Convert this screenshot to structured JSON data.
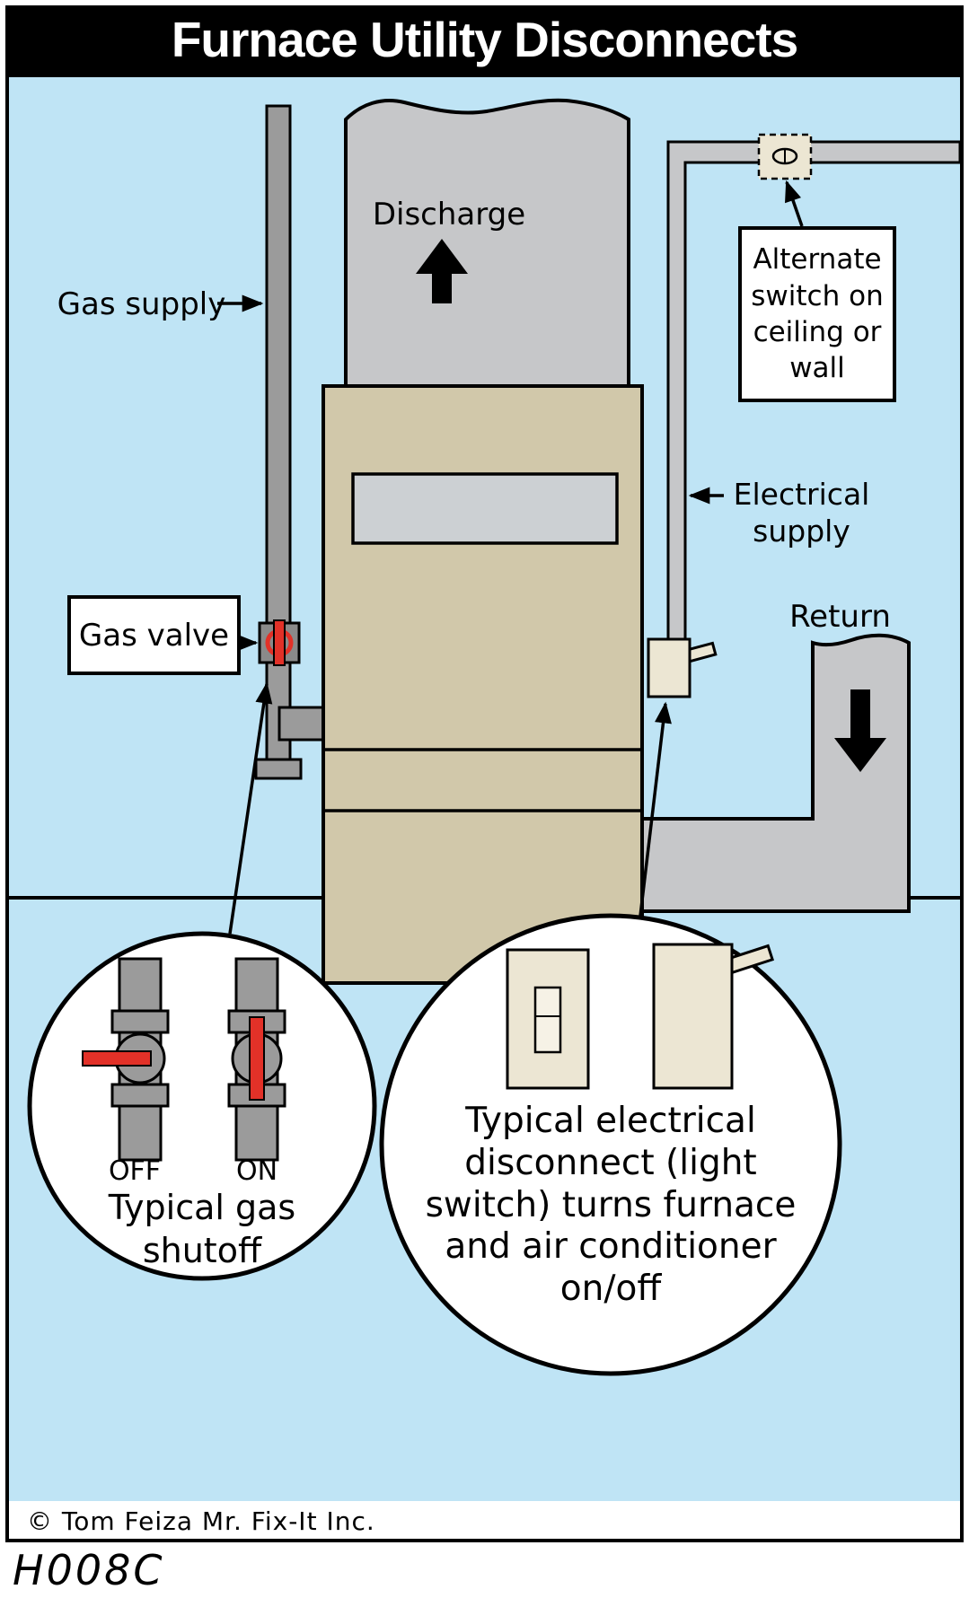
{
  "title": "Furnace Utility Disconnects",
  "colors": {
    "bg": "#bfe4f5",
    "duct": "#c6c7c9",
    "pipe": "#9b9b9b",
    "furnace": "#d1c8aa",
    "beige": "#ece6d3",
    "red": "#e23128",
    "panel-gray": "#ccd0d3",
    "valve-body": "#8a8a8a"
  },
  "labels": {
    "discharge": "Discharge",
    "gas_supply": "Gas supply",
    "gas_valve": "Gas valve",
    "alternate_switch": "Alternate\nswitch on\nceiling or\nwall",
    "electrical_supply": "Electrical\nsupply",
    "return_air": "Return",
    "off": "OFF",
    "on": "ON",
    "gas_shutoff_caption": "Typical gas\nshutoff",
    "electrical_caption": "Typical electrical\ndisconnect (light\nswitch) turns furnace\nand air conditioner\non/off"
  },
  "footer": {
    "copyright": "© Tom Feiza Mr. Fix-It Inc.",
    "code": "H008C"
  }
}
